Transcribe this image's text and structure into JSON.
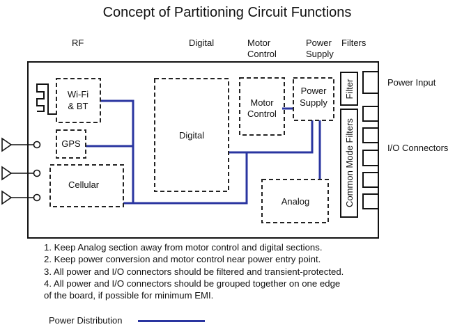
{
  "title": "Concept of Partitioning Circuit Functions",
  "column_headers": {
    "rf": "RF",
    "digital": "Digital",
    "motor_control": [
      "Motor",
      "Control"
    ],
    "power_supply": [
      "Power",
      "Supply"
    ],
    "filters": "Filters"
  },
  "blocks": {
    "wifi_bt": [
      "Wi-Fi",
      "& BT"
    ],
    "gps": "GPS",
    "cellular": "Cellular",
    "digital": "Digital",
    "motor_control": [
      "Motor",
      "Control"
    ],
    "power_supply": [
      "Power",
      "Supply"
    ],
    "analog": "Analog",
    "filter": "Filter",
    "common_mode_filters": "Common Mode Filters"
  },
  "side_labels": {
    "power_input": "Power Input",
    "io_connectors": "I/O Connectors"
  },
  "notes": [
    "1. Keep Analog section away from motor control and digital sections.",
    "2. Keep power conversion and motor control near power entry point.",
    "3. All power and I/O connectors should be filtered and transient-protected.",
    "4. All power and I/O connectors should be grouped together on one edge",
    "of the board, if possible for minimum EMI."
  ],
  "legend": {
    "label": "Power Distribution",
    "color": "#2a35a0"
  }
}
